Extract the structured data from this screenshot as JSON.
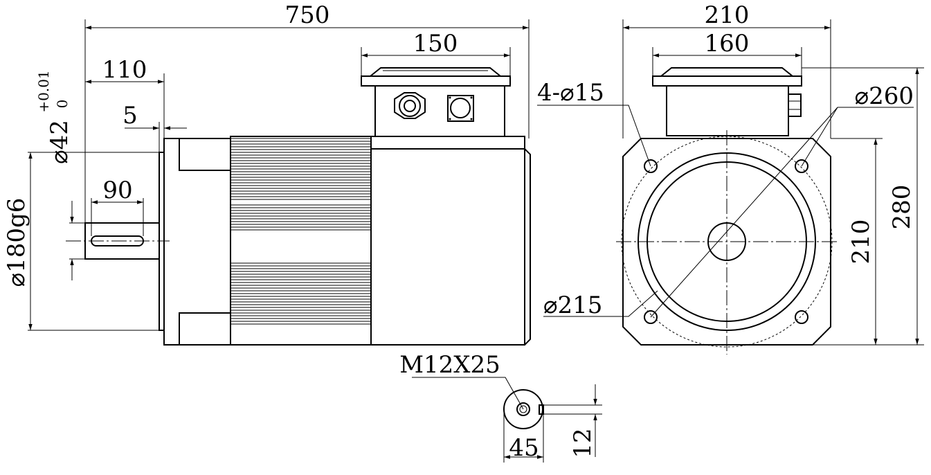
{
  "dimensions": {
    "overall_length": "750",
    "shaft_length": "110",
    "flange_step": "5",
    "key_length": "90",
    "terminal_box_length": "150",
    "shaft_diameter": "⌀42",
    "shaft_tol_upper": "+0.01",
    "shaft_tol_lower": "0",
    "spigot_diameter": "⌀180g6",
    "front_width": "210",
    "terminal_box_width": "160",
    "mount_holes": "4-⌀15",
    "flange_pcd": "⌀260",
    "spigot_pcd": "⌀215",
    "center_height": "210",
    "overall_height": "280",
    "shaft_thread": "M12X25",
    "section_width": "45",
    "key_width": "12"
  },
  "colors": {
    "line": "#000000",
    "background": "#ffffff"
  },
  "icons": [
    "cable-gland-icon",
    "connector-socket-icon",
    "keyway-section-icon"
  ]
}
